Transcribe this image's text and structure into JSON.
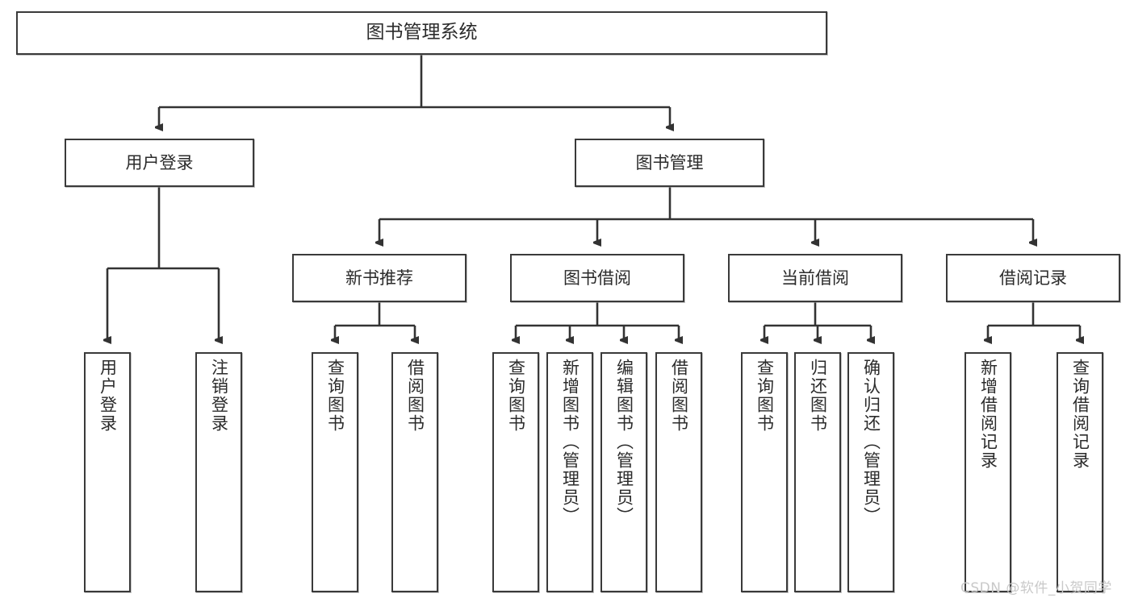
{
  "diagram": {
    "type": "tree-hierarchy-chart",
    "title": "图书管理系统",
    "root": {
      "label": "图书管理系统"
    },
    "level2": [
      {
        "label": "用户登录"
      },
      {
        "label": "图书管理"
      }
    ],
    "level3": [
      {
        "label": "新书推荐"
      },
      {
        "label": "图书借阅"
      },
      {
        "label": "当前借阅"
      },
      {
        "label": "借阅记录"
      }
    ],
    "leaves": {
      "user_login": [
        {
          "label": "用户登录"
        },
        {
          "label": "注销登录"
        }
      ],
      "new_book_recommend": [
        {
          "label": "查询图书"
        },
        {
          "label": "借阅图书"
        }
      ],
      "book_borrow": [
        {
          "label": "查询图书"
        },
        {
          "label": "新增图书（管理员）"
        },
        {
          "label": "编辑图书（管理员）"
        },
        {
          "label": "借阅图书"
        }
      ],
      "current_borrow": [
        {
          "label": "查询图书"
        },
        {
          "label": "归还图书"
        },
        {
          "label": "确认归还（管理员）"
        }
      ],
      "borrow_record": [
        {
          "label": "新增借阅记录"
        },
        {
          "label": "查询借阅记录"
        }
      ]
    },
    "watermark": "CSDN @软件_小贺同学",
    "colors": {
      "box_border": "#3a3a3a",
      "box_fill": "#ffffff",
      "text": "#2b2b2b",
      "connector": "#333333",
      "watermark": "#c9c9c9",
      "background": "#ffffff"
    }
  }
}
